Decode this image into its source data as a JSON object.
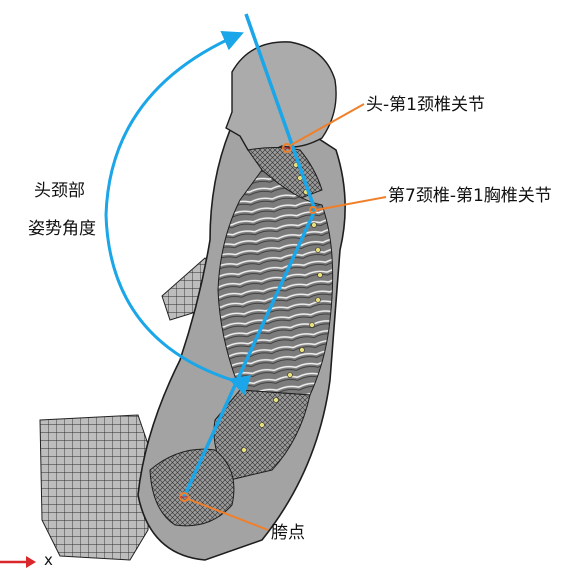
{
  "labels": {
    "angle_line1": "头颈部",
    "angle_line2": "姿势角度",
    "head_joint": "头-第1颈椎关节",
    "neck_joint": "第7颈椎-第1胸椎关节",
    "hip_point": "胯点",
    "axis_x": "x"
  },
  "colors": {
    "line_blue": "#1aa6e8",
    "leader_orange": "#f07f2a",
    "axis_red": "#d9272b",
    "model_fill": "#a3a3a3",
    "mesh_dark": "#262626"
  }
}
